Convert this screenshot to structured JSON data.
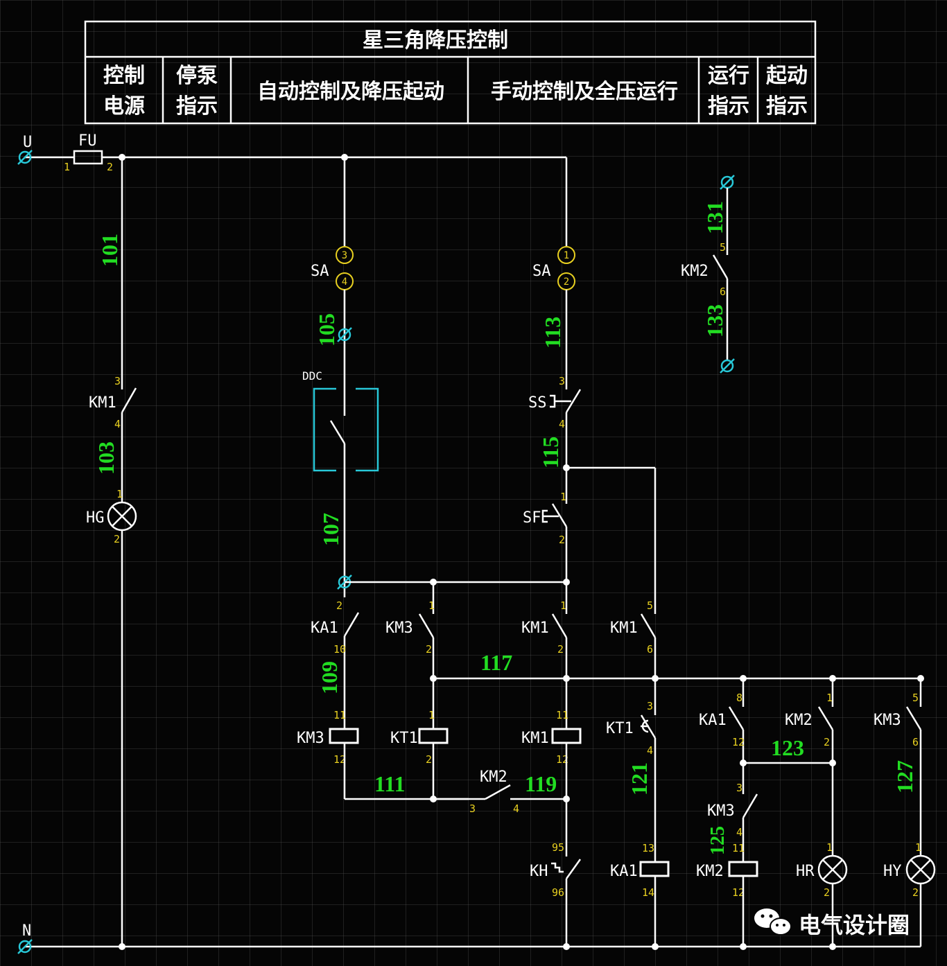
{
  "header": {
    "title": "星三角降压控制",
    "columns": [
      {
        "l1": "控制",
        "l2": "电源"
      },
      {
        "l1": "停泵",
        "l2": "指示"
      },
      {
        "l1": "自动控制及降压起动",
        "l2": ""
      },
      {
        "l1": "手动控制及全压运行",
        "l2": ""
      },
      {
        "l1": "运行",
        "l2": "指示"
      },
      {
        "l1": "起动",
        "l2": "指示"
      }
    ]
  },
  "terminals": {
    "u": "U",
    "n": "N",
    "fu": "FU"
  },
  "components": {
    "km1": "KM1",
    "km2": "KM2",
    "km3": "KM3",
    "kt1": "KT1",
    "ka1": "KA1",
    "hg": "HG",
    "hr": "HR",
    "hy": "HY",
    "sa": "SA",
    "ss": "SS",
    "sf": "SF",
    "kh": "KH",
    "ddc": "DDC"
  },
  "wires": {
    "w101": "101",
    "w103": "103",
    "w105": "105",
    "w107": "107",
    "w109": "109",
    "w111": "111",
    "w113": "113",
    "w115": "115",
    "w117": "117",
    "w119": "119",
    "w121": "121",
    "w123": "123",
    "w125": "125",
    "w127": "127",
    "w131": "131",
    "w133": "133"
  },
  "pins": {
    "p1": "1",
    "p2": "2",
    "p3": "3",
    "p4": "4",
    "p5": "5",
    "p6": "6",
    "p8": "8",
    "p10": "10",
    "p11": "11",
    "p12": "12",
    "p13": "13",
    "p14": "14",
    "p95": "95",
    "p96": "96"
  },
  "watermark": "电气设计圈",
  "colors": {
    "background": "#050505",
    "wire": "#ffffff",
    "wire_number": "#22dd22",
    "pin_number": "#e8d020",
    "terminal": "#28c8d8"
  }
}
